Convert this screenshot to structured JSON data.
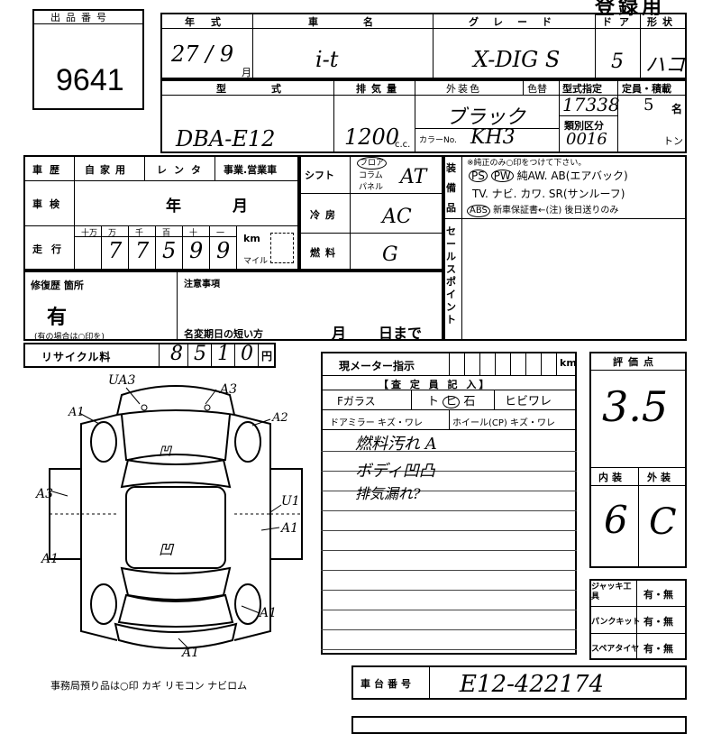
{
  "header": {
    "lot_label": "出品番号",
    "lot_number": "9641",
    "top_title": "登録用",
    "year_label": "年式",
    "maker_label": "車名",
    "grade_label": "グレード",
    "door_label": "ドア",
    "shape_label": "形状",
    "year_value": "27 / 9",
    "month_suffix": "月",
    "car_name": "i-t",
    "grade_value": "X-DIG S",
    "door_value": "5",
    "shape_value": "ハコ"
  },
  "spec": {
    "model_label": "型式",
    "displacement_label": "排気量",
    "color_label": "外装色",
    "color_change_label": "色替",
    "type_approval_label": "型式指定",
    "capacity_label": "定員・積載",
    "classification_label": "類別区分",
    "model_value": "DBA-E12",
    "displacement_value": "1200",
    "cc_unit": "c.c.",
    "color_value": "ブラック",
    "color_no_label": "カラーNo.",
    "color_no_value": "KH3",
    "type_approval_value": "17338",
    "classification_value": "0016",
    "capacity_value": "5",
    "capacity_unit": "名",
    "ton_unit": "トン"
  },
  "history": {
    "history_label": "車歴",
    "options": [
      "自家用",
      "レンタ",
      "事業.営業車"
    ],
    "inspection_label": "車検",
    "year_unit": "年",
    "month_unit": "月",
    "mileage_label": "走行",
    "digit_labels": [
      "十万",
      "万",
      "千",
      "百",
      "十",
      "一"
    ],
    "mileage_digits": [
      "",
      "7",
      "7",
      "5",
      "9",
      "9"
    ],
    "km_label": "km",
    "mile_label": "マイル"
  },
  "drive": {
    "shift_label": "シフト",
    "shift_options": [
      "フロア",
      "コラム",
      "パネル"
    ],
    "shift_value": "AT",
    "ac_label": "冷房",
    "ac_value": "AC",
    "fuel_label": "燃料",
    "fuel_value": "G"
  },
  "equipment": {
    "side_label": "装備品",
    "note": "※純正のみ○印をつけて下さい。",
    "line1": [
      "PS",
      "PW",
      "純AW.",
      "AB(エアバック)"
    ],
    "line2": "TV. ナビ. カワ. SR(サンルーフ)",
    "line3_abs": "ABS",
    "line3_rest": "新車保証書←(注) 後日送りのみ",
    "sales_point_label": "セールスポイント"
  },
  "repair": {
    "label": "修復歴 箇所",
    "value": "有",
    "note": "(有の場合は○印を)",
    "caution_label": "注意事項",
    "name_change_label": "名変期日の短い方",
    "month_label": "月",
    "day_label": "日まで"
  },
  "recycle": {
    "label": "リサイクル料",
    "digits": [
      "8",
      "5",
      "1",
      "0"
    ],
    "unit": "円"
  },
  "meter": {
    "label": "現メーター指示",
    "unit": "km",
    "inspector_label": "【査 定 員 記 入】",
    "fglass_label": "Fガラス",
    "fglass_to": "ト",
    "fglass_hi": "ヒ",
    "fglass_ishi": "石",
    "fglass_crack": "ヒビワレ",
    "mirror_label": "ドアミラー キズ・ワレ",
    "wheel_label": "ホイール(CP) キズ・ワレ",
    "notes": [
      "燃料汚れ A",
      "ボディ凹凸",
      "排気漏れ?"
    ]
  },
  "score": {
    "label": "評価点",
    "value": "3.5",
    "interior_label": "内装",
    "exterior_label": "外装",
    "interior_value": "6",
    "exterior_value": "C"
  },
  "tools": {
    "jack_label": "ジャッキ工具",
    "puncture_label": "パンクキット",
    "spare_label": "スペアタイヤ",
    "choice": "有・無"
  },
  "chassis": {
    "label": "車台番号",
    "value": "E12-422174"
  },
  "diagram": {
    "marks": [
      "UA3",
      "A3",
      "A1",
      "A2",
      "A3",
      "A1",
      "A1",
      "A1",
      "A1",
      "U1",
      "凹"
    ],
    "label_top": "凹",
    "label_mid": "凹",
    "footer": "事務局預り品は○印  カギ  リモコン  ナビロム"
  }
}
